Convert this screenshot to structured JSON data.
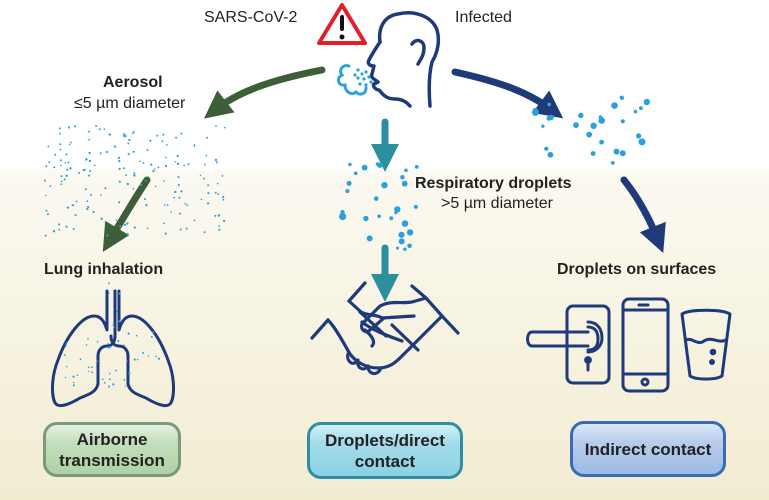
{
  "header": {
    "virus_label": "SARS-CoV-2",
    "source_label": "Infected"
  },
  "paths": {
    "aerosol": {
      "title": "Aerosol",
      "subtitle": "≤5 µm diameter",
      "stage_label": "Lung inhalation",
      "outcome": [
        "Airborne",
        "transmission"
      ],
      "arrow_color": "#3e5e3a"
    },
    "droplets": {
      "title": "Respiratory droplets",
      "subtitle": ">5 µm diameter",
      "outcome": [
        "Droplets/direct",
        "contact"
      ],
      "arrow_color": "#2b8fa0"
    },
    "surfaces": {
      "stage_label": "Droplets on surfaces",
      "outcome": [
        "Indirect contact"
      ],
      "arrow_color": "#1e3a78"
    }
  },
  "colors": {
    "icon_stroke": "#1f3a7a",
    "particle": "#2ba0dc",
    "warning": "#e2202a"
  },
  "icons": [
    "warning-icon",
    "person-head-icon",
    "cough-cloud-icon",
    "lungs-icon",
    "handshake-icon",
    "door-handle-icon",
    "smartphone-icon",
    "cup-icon"
  ]
}
